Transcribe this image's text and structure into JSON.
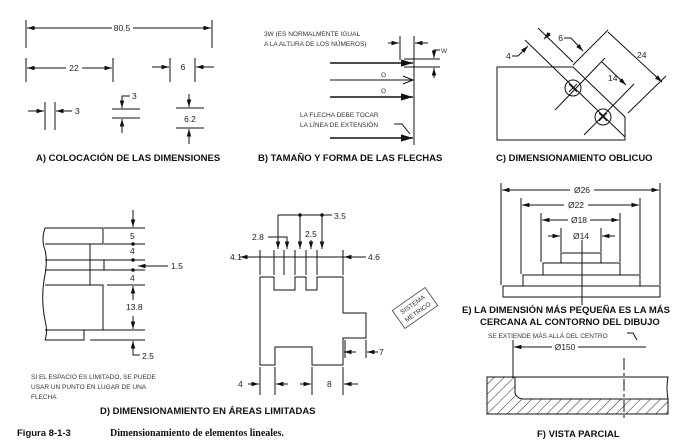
{
  "panel_a": {
    "caption": "A) COLOCACIÓN DE LAS DIMENSIONES",
    "dims": [
      "80.5",
      "22",
      "6",
      "3",
      "3",
      "6.2"
    ]
  },
  "panel_b": {
    "caption": "B) TAMAÑO Y FORMA DE LAS FLECHAS",
    "note_line1": "3W (ES NORMALMENTE IGUAL",
    "note_line2": "A LA ALTURA DE LOS NÚMEROS)",
    "w_label": "W",
    "or_1": "O",
    "or_2": "O",
    "touch_line1": "LA FLECHA DEBE TOCAR",
    "touch_line2": "LA LÍNEA DE EXTENSIÓN"
  },
  "panel_c": {
    "caption": "C) DIMENSIONAMIENTO OBLICUO",
    "dims": [
      "4",
      "6",
      "24",
      "14"
    ]
  },
  "panel_d": {
    "caption": "D) DIMENSIONAMIENTO EN ÁREAS LIMITADAS",
    "left_dims": [
      "5",
      "4",
      "1.5",
      "4",
      "13.8",
      "2.5"
    ],
    "note_line1": "SI EL ESPACIO ES LIMITADO, SE PUEDE",
    "note_line2": "USAR UN PUNTO EN LUGAR DE UNA",
    "note_line3": "FLECHA",
    "center_dims": [
      "3.5",
      "2.8",
      "2.5",
      "4.1",
      "4.6",
      "7",
      "4",
      "8"
    ],
    "stamp_line1": "SISTEMA",
    "stamp_line2": "METRICO"
  },
  "panel_e": {
    "caption_line1": "E) LA DIMENSIÓN MÁS PEQUEÑA ES LA MÁS",
    "caption_line2": "CERCANA AL CONTORNO DEL DIBUJO",
    "dims": [
      "Ø26",
      "Ø22",
      "Ø18",
      "Ø14"
    ]
  },
  "panel_f": {
    "caption": "F) VISTA PARCIAL",
    "note": "SE EXTIENDE MÁS ALLÁ DEL CENTRO",
    "dim": "Ø150"
  },
  "figure": {
    "number": "Figura 8-1-3",
    "description": "Dimensionamiento de elementos lineales."
  }
}
